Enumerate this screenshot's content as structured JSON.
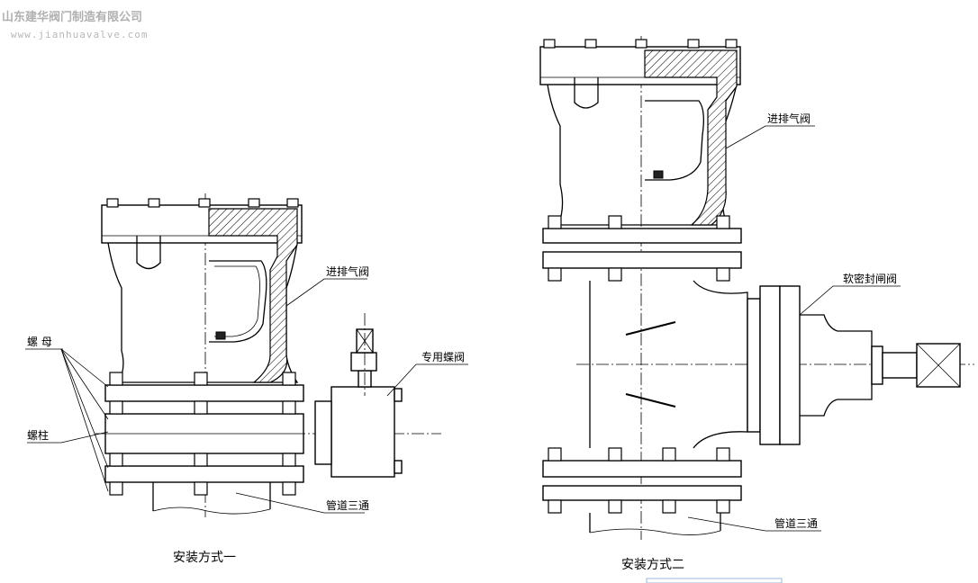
{
  "watermark": {
    "company": "山东建华阀门制造有限公司",
    "url": "www.jianhuavalve.com"
  },
  "figure1": {
    "caption": "安装方式一",
    "labels": {
      "nut": "螺  母",
      "stud": "螺柱",
      "air_valve": "进排气阀",
      "butterfly_valve": "专用蝶阀",
      "pipe_tee": "管道三通"
    }
  },
  "figure2": {
    "caption": "安装方式二",
    "labels": {
      "air_valve": "进排气阀",
      "gate_valve": "软密封闸阀",
      "pipe_tee": "管道三通"
    }
  }
}
